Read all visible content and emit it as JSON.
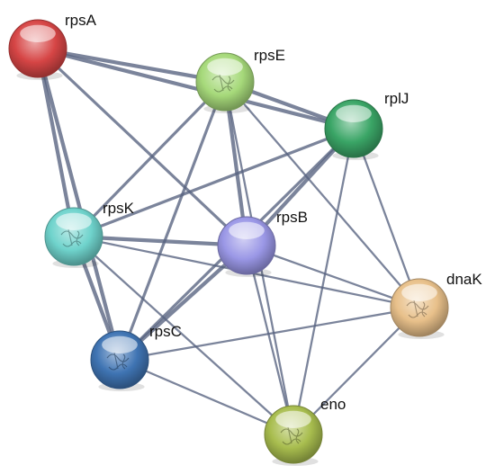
{
  "nodes": [
    {
      "id": "rpsA",
      "label": "rpsA",
      "color": "#d64545",
      "structure": false
    },
    {
      "id": "rpsE",
      "label": "rpsE",
      "color": "#a6d97a",
      "structure": true
    },
    {
      "id": "rplJ",
      "label": "rplJ",
      "color": "#3aa566",
      "structure": false
    },
    {
      "id": "rpsK",
      "label": "rpsK",
      "color": "#6fd3cc",
      "structure": true
    },
    {
      "id": "rpsB",
      "label": "rpsB",
      "color": "#9a97e6",
      "structure": false
    },
    {
      "id": "dnaK",
      "label": "dnaK",
      "color": "#e8c08a",
      "structure": true
    },
    {
      "id": "rpsC",
      "label": "rpsC",
      "color": "#3f74b3",
      "structure": true
    },
    {
      "id": "eno",
      "label": "eno",
      "color": "#a8bd4e",
      "structure": true
    }
  ],
  "edges": [
    {
      "source": "rpsA",
      "target": "rpsE",
      "weight": 3
    },
    {
      "source": "rpsA",
      "target": "rplJ",
      "weight": 3
    },
    {
      "source": "rpsA",
      "target": "rpsK",
      "weight": 3
    },
    {
      "source": "rpsA",
      "target": "rpsC",
      "weight": 3
    },
    {
      "source": "rpsA",
      "target": "rpsB",
      "weight": 2
    },
    {
      "source": "rpsE",
      "target": "rplJ",
      "weight": 3
    },
    {
      "source": "rpsE",
      "target": "rpsK",
      "weight": 2
    },
    {
      "source": "rpsE",
      "target": "rpsB",
      "weight": 3
    },
    {
      "source": "rpsE",
      "target": "rpsC",
      "weight": 2
    },
    {
      "source": "rpsE",
      "target": "dnaK",
      "weight": 1
    },
    {
      "source": "rpsE",
      "target": "eno",
      "weight": 1
    },
    {
      "source": "rplJ",
      "target": "rpsK",
      "weight": 2
    },
    {
      "source": "rplJ",
      "target": "rpsB",
      "weight": 3
    },
    {
      "source": "rplJ",
      "target": "rpsC",
      "weight": 2
    },
    {
      "source": "rplJ",
      "target": "dnaK",
      "weight": 1
    },
    {
      "source": "rplJ",
      "target": "eno",
      "weight": 1
    },
    {
      "source": "rpsK",
      "target": "rpsB",
      "weight": 3
    },
    {
      "source": "rpsK",
      "target": "rpsC",
      "weight": 3
    },
    {
      "source": "rpsK",
      "target": "dnaK",
      "weight": 1
    },
    {
      "source": "rpsK",
      "target": "eno",
      "weight": 1
    },
    {
      "source": "rpsB",
      "target": "rpsC",
      "weight": 3
    },
    {
      "source": "rpsB",
      "target": "dnaK",
      "weight": 1
    },
    {
      "source": "rpsB",
      "target": "eno",
      "weight": 1
    },
    {
      "source": "rpsC",
      "target": "dnaK",
      "weight": 1
    },
    {
      "source": "rpsC",
      "target": "eno",
      "weight": 1
    },
    {
      "source": "dnaK",
      "target": "eno",
      "weight": 1
    }
  ]
}
